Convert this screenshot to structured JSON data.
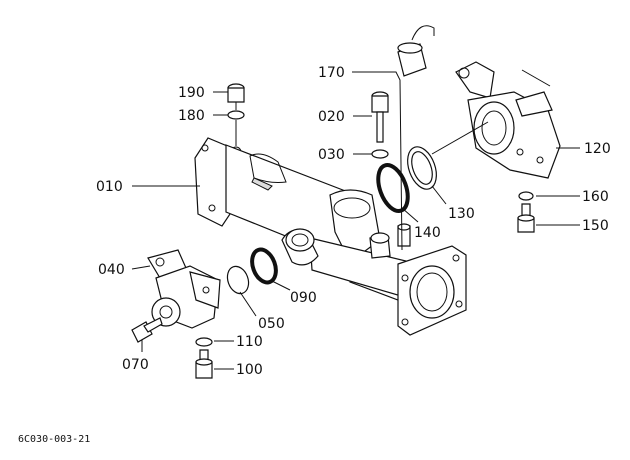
{
  "callouts": {
    "p010": "010",
    "p020": "020",
    "p030": "030",
    "p040": "040",
    "p050": "050",
    "p070": "070",
    "p090": "090",
    "p100": "100",
    "p110": "110",
    "p120": "120",
    "p130": "130",
    "p140": "140",
    "p150": "150",
    "p160": "160",
    "p170": "170",
    "p180": "180",
    "p190": "190"
  },
  "document_code": "6C030-003-21"
}
